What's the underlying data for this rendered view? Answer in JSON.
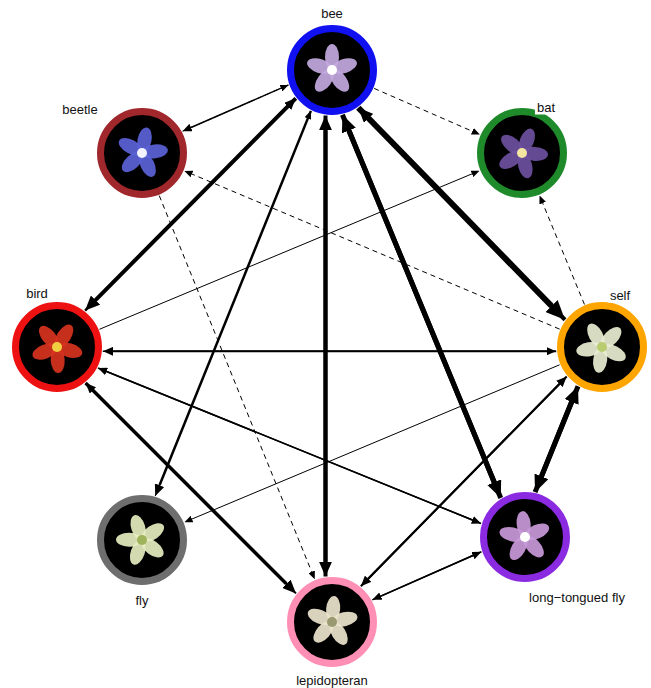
{
  "diagram": {
    "nodes": [
      {
        "text": [
          "bee"
        ]
      },
      {
        "text": [
          "beetle"
        ]
      },
      {
        "text": [
          "bat"
        ]
      },
      {
        "text": [
          "bird"
        ]
      },
      {
        "text": [
          "self"
        ]
      },
      {
        "text": [
          "fly"
        ]
      },
      {
        "text": [
          "long−tongued fly"
        ]
      },
      {
        "text": [
          "lepidopteran"
        ]
      }
    ],
    "edges": [
      {
        "from": 0,
        "to": 1,
        "arrow": "to"
      },
      {
        "from": 1,
        "to": 0,
        "arrow": "to"
      },
      {
        "from": 0,
        "to": 2,
        "arrow": "to"
      },
      {
        "from": 0,
        "to": 3,
        "arrow": "to"
      },
      {
        "from": 3,
        "to": 0,
        "arrow": "to"
      },
      {
        "from": 0,
        "to": 4,
        "arrow": "to"
      },
      {
        "from": 4,
        "to": 0,
        "arrow": "to"
      },
      {
        "from": 0,
        "to": 6,
        "arrow": "to"
      },
      {
        "from": 6,
        "to": 0,
        "arrow": "to"
      },
      {
        "from": 0,
        "to": 7,
        "arrow": "to"
      },
      {
        "from": 7,
        "to": 0,
        "arrow": "to"
      },
      {
        "from": 0,
        "to": 5,
        "arrow": "to"
      },
      {
        "from": 5,
        "to": 0,
        "arrow": "to"
      },
      {
        "from": 1,
        "to": 7,
        "arrow": "to"
      },
      {
        "from": 4,
        "to": 1,
        "arrow": "to"
      },
      {
        "from": 4,
        "to": 2,
        "arrow": "to"
      },
      {
        "from": 3,
        "to": 2,
        "arrow": "to"
      },
      {
        "from": 3,
        "to": 4,
        "arrow": "to"
      },
      {
        "from": 4,
        "to": 3,
        "arrow": "to"
      },
      {
        "from": 3,
        "to": 7,
        "arrow": "to"
      },
      {
        "from": 7,
        "to": 3,
        "arrow": "to"
      },
      {
        "from": 3,
        "to": 6,
        "arrow": "to"
      },
      {
        "from": 6,
        "to": 3,
        "arrow": "to"
      },
      {
        "from": 4,
        "to": 5,
        "arrow": "to"
      },
      {
        "from": 4,
        "to": 6,
        "arrow": "to"
      },
      {
        "from": 6,
        "to": 4,
        "arrow": "to"
      },
      {
        "from": 4,
        "to": 7,
        "arrow": "to"
      },
      {
        "from": 7,
        "to": 4,
        "arrow": "to"
      },
      {
        "from": 7,
        "to": 6,
        "arrow": "to"
      },
      {
        "from": 6,
        "to": 7,
        "arrow": "to"
      }
    ]
  }
}
